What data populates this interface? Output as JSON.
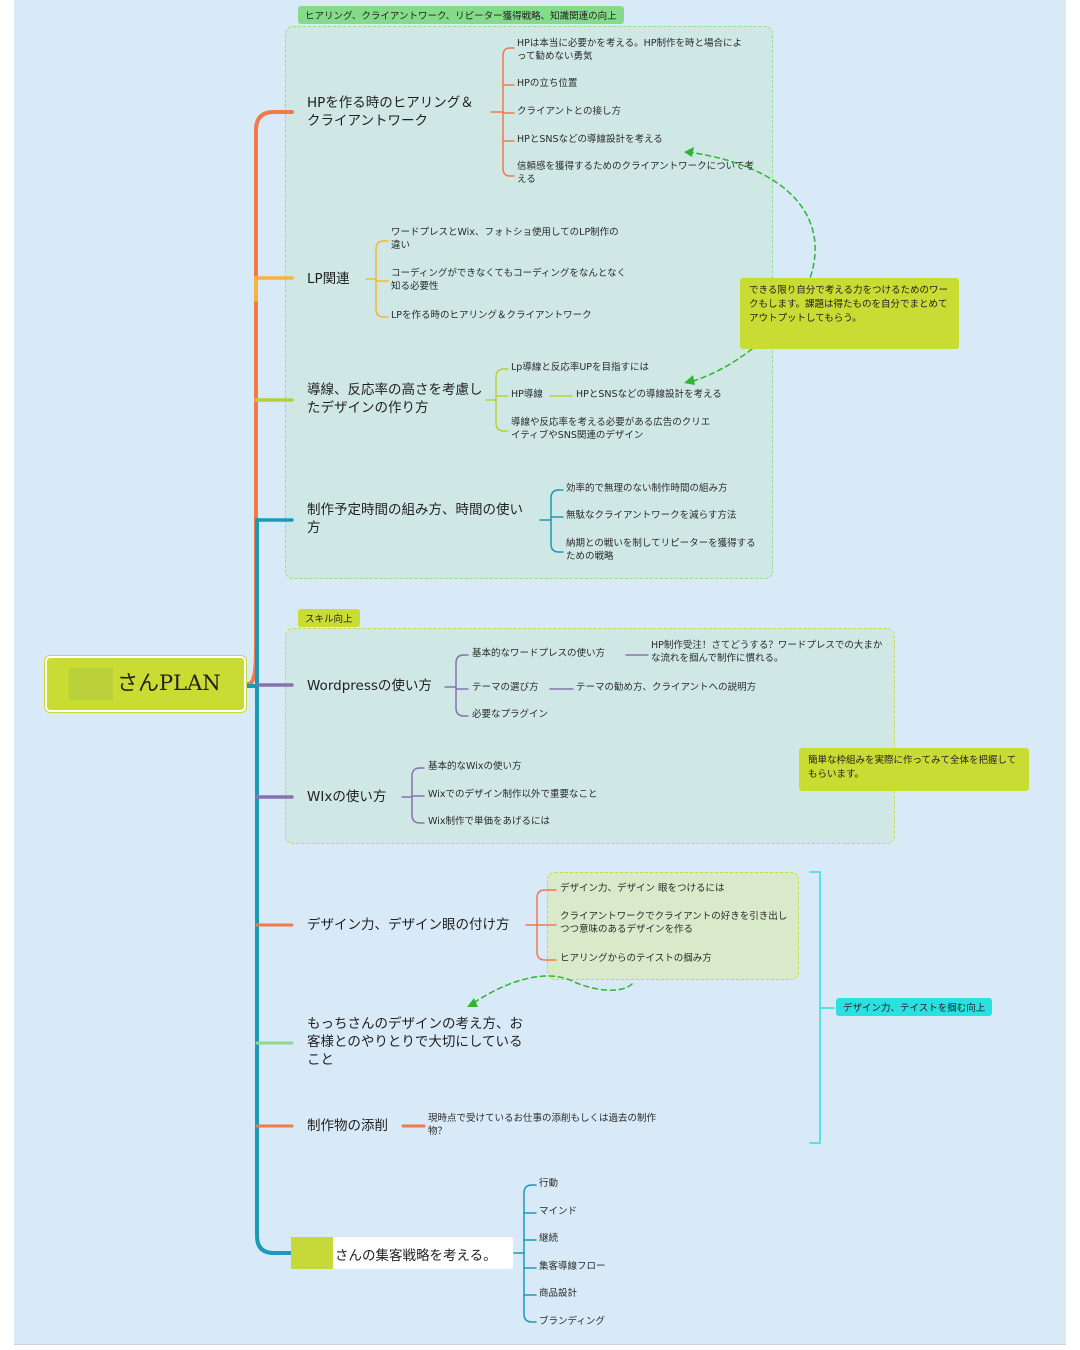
{
  "root": {
    "label": "さんPLAN"
  },
  "sections": {
    "section1_tag": "ヒアリング、クライアントワーク、リピーター獲得戦略、知識関連の向上",
    "section2_tag": "スキル向上",
    "design_tag": "デザイン力、テイストを掴む向上"
  },
  "topics": [
    {
      "label": "HPを作る時のヒアリング＆クライアントワーク",
      "children": [
        "HPは本当に必要かを考える。HP制作を時と場合によって勧めない勇気",
        "HPの立ち位置",
        "クライアントとの接し方",
        "HPとSNSなどの導線設計を考える",
        "信頼感を獲得するためのクライアントワークについて考える"
      ]
    },
    {
      "label": "LP関連",
      "children": [
        "ワードプレスとWix、フォトショ使用してのLP制作の違い",
        "コーディングができなくてもコーディングをなんとなく知る必要性",
        "LPを作る時のヒアリング＆クライアントワーク"
      ]
    },
    {
      "label": "導線、反応率の高さを考慮したデザインの作り方",
      "children": [
        "Lp導線と反応率UPを目指すには",
        "HP導線",
        "導線や反応率を考える必要がある広告のクリエイティブやSNS関連のデザイン"
      ],
      "grandchild": "HPとSNSなどの導線設計を考える"
    },
    {
      "label": "制作予定時間の組み方、時間の使い方",
      "children": [
        "効率的で無理のない制作時間の組み方",
        "無駄なクライアントワークを減らす方法",
        "納期との戦いを制してリピーターを獲得するための戦略"
      ]
    },
    {
      "label": "Wordpressの使い方",
      "children": [
        "基本的なワードプレスの使い方",
        "テーマの選び方",
        "必要なプラグイン"
      ],
      "grandchildren": [
        "HP制作受注！さてどうする？ワードプレスでの大まかな流れを掴んで制作に慣れる。",
        "テーマの勧め方、クライアントへの説明方"
      ]
    },
    {
      "label": "WIxの使い方",
      "children": [
        "基本的なWixの使い方",
        "Wixでのデザイン制作以外で重要なこと",
        "Wix制作で単価をあげるには"
      ]
    },
    {
      "label": "デザイン力、デザイン眼の付け方",
      "children": [
        "デザイン力、デザイン 眼をつけるには",
        "クライアントワークでクライアントの好きを引き出しつつ意味のあるデザインを作る",
        "ヒアリングからのテイストの掴み方"
      ]
    },
    {
      "label": "もっちさんのデザインの考え方、お客様とのやりとりで大切にしていること",
      "children": []
    },
    {
      "label": "制作物の添削",
      "children": [
        "現時点で受けているお仕事の添削もしくは過去の制作物？"
      ]
    },
    {
      "label": "さんの集客戦略を考える。",
      "children": [
        "行動",
        "マインド",
        "継続",
        "集客導線フロー",
        "商品設計",
        "ブランディング"
      ]
    }
  ],
  "notes": {
    "note1": "できる限り自分で考える力をつけるためのワークもします。課題は得たものを自分でまとめてアウトプットしてもらう。",
    "note2": "簡単な枠組みを実際に作ってみて全体を把握してもらいます。"
  },
  "colors": {
    "background": "#d8e9f7",
    "branch_orange": "#f07a4a",
    "branch_yellow": "#f5b53c",
    "branch_lime": "#b8cf3c",
    "branch_teal": "#1a9ab6",
    "branch_purple": "#8872ae",
    "branch_green": "#8fd88f",
    "accent_lime": "#c8dc34",
    "accent_cyan": "#2ae0e0",
    "dashed_arrow": "#30b530"
  }
}
